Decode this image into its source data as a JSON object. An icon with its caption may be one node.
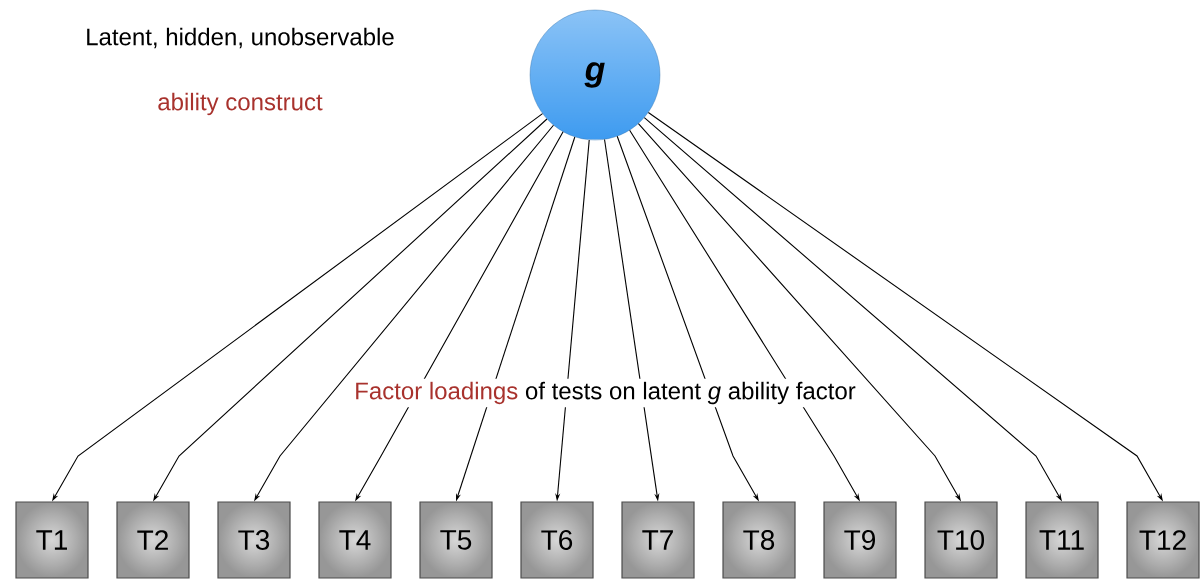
{
  "diagram": {
    "nodes": [
      {
        "text": [
          "g"
        ]
      },
      {
        "text": [
          "T1"
        ]
      },
      {
        "text": [
          "T2"
        ]
      },
      {
        "text": [
          "T3"
        ]
      },
      {
        "text": [
          "T4"
        ]
      },
      {
        "text": [
          "T5"
        ]
      },
      {
        "text": [
          "T6"
        ]
      },
      {
        "text": [
          "T7"
        ]
      },
      {
        "text": [
          "T8"
        ]
      },
      {
        "text": [
          "T9"
        ]
      },
      {
        "text": [
          "T10"
        ]
      },
      {
        "text": [
          "T11"
        ]
      },
      {
        "text": [
          "T12"
        ]
      }
    ],
    "edges": [
      {
        "from": 0,
        "to": 1,
        "arrow": "to"
      },
      {
        "from": 0,
        "to": 2,
        "arrow": "to"
      },
      {
        "from": 0,
        "to": 3,
        "arrow": "to"
      },
      {
        "from": 0,
        "to": 4,
        "arrow": "to"
      },
      {
        "from": 0,
        "to": 5,
        "arrow": "to"
      },
      {
        "from": 0,
        "to": 6,
        "arrow": "to"
      },
      {
        "from": 0,
        "to": 7,
        "arrow": "to"
      },
      {
        "from": 0,
        "to": 8,
        "arrow": "to"
      },
      {
        "from": 0,
        "to": 9,
        "arrow": "to"
      },
      {
        "from": 0,
        "to": 10,
        "arrow": "to"
      },
      {
        "from": 0,
        "to": 11,
        "arrow": "to"
      },
      {
        "from": 0,
        "to": 12,
        "arrow": "to"
      }
    ],
    "labels": [
      "Latent, hidden, unobservable",
      "ability construct",
      "Factor loadings",
      "of tests on latent *g* ability factor"
    ]
  }
}
